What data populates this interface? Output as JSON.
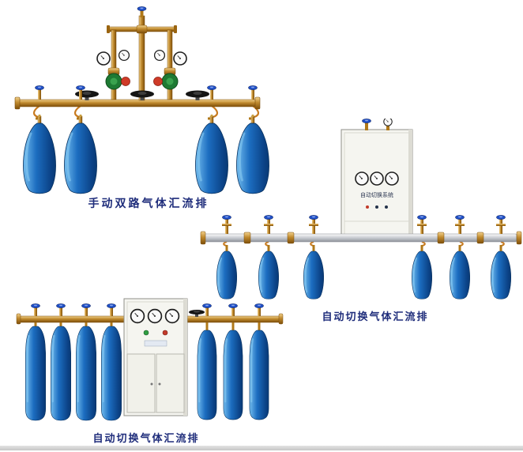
{
  "products": [
    {
      "caption": "手动双路气体汇流排"
    },
    {
      "caption": "自动切换气体汇流排",
      "cabinet_label": "自动切换系统"
    },
    {
      "caption": "自动切换气体汇流排"
    }
  ],
  "colors": {
    "caption_text": "#1f2d7b",
    "cylinder_blue": "#1c6dc0",
    "brass_pipe": "#c08a2e",
    "silver_pipe": "#c7cad0",
    "cabinet_white": "#f5f5f0",
    "regulator_green": "#1e7a33",
    "knob_red": "#cf3b28",
    "valve_cap_blue": "#2050c8"
  }
}
